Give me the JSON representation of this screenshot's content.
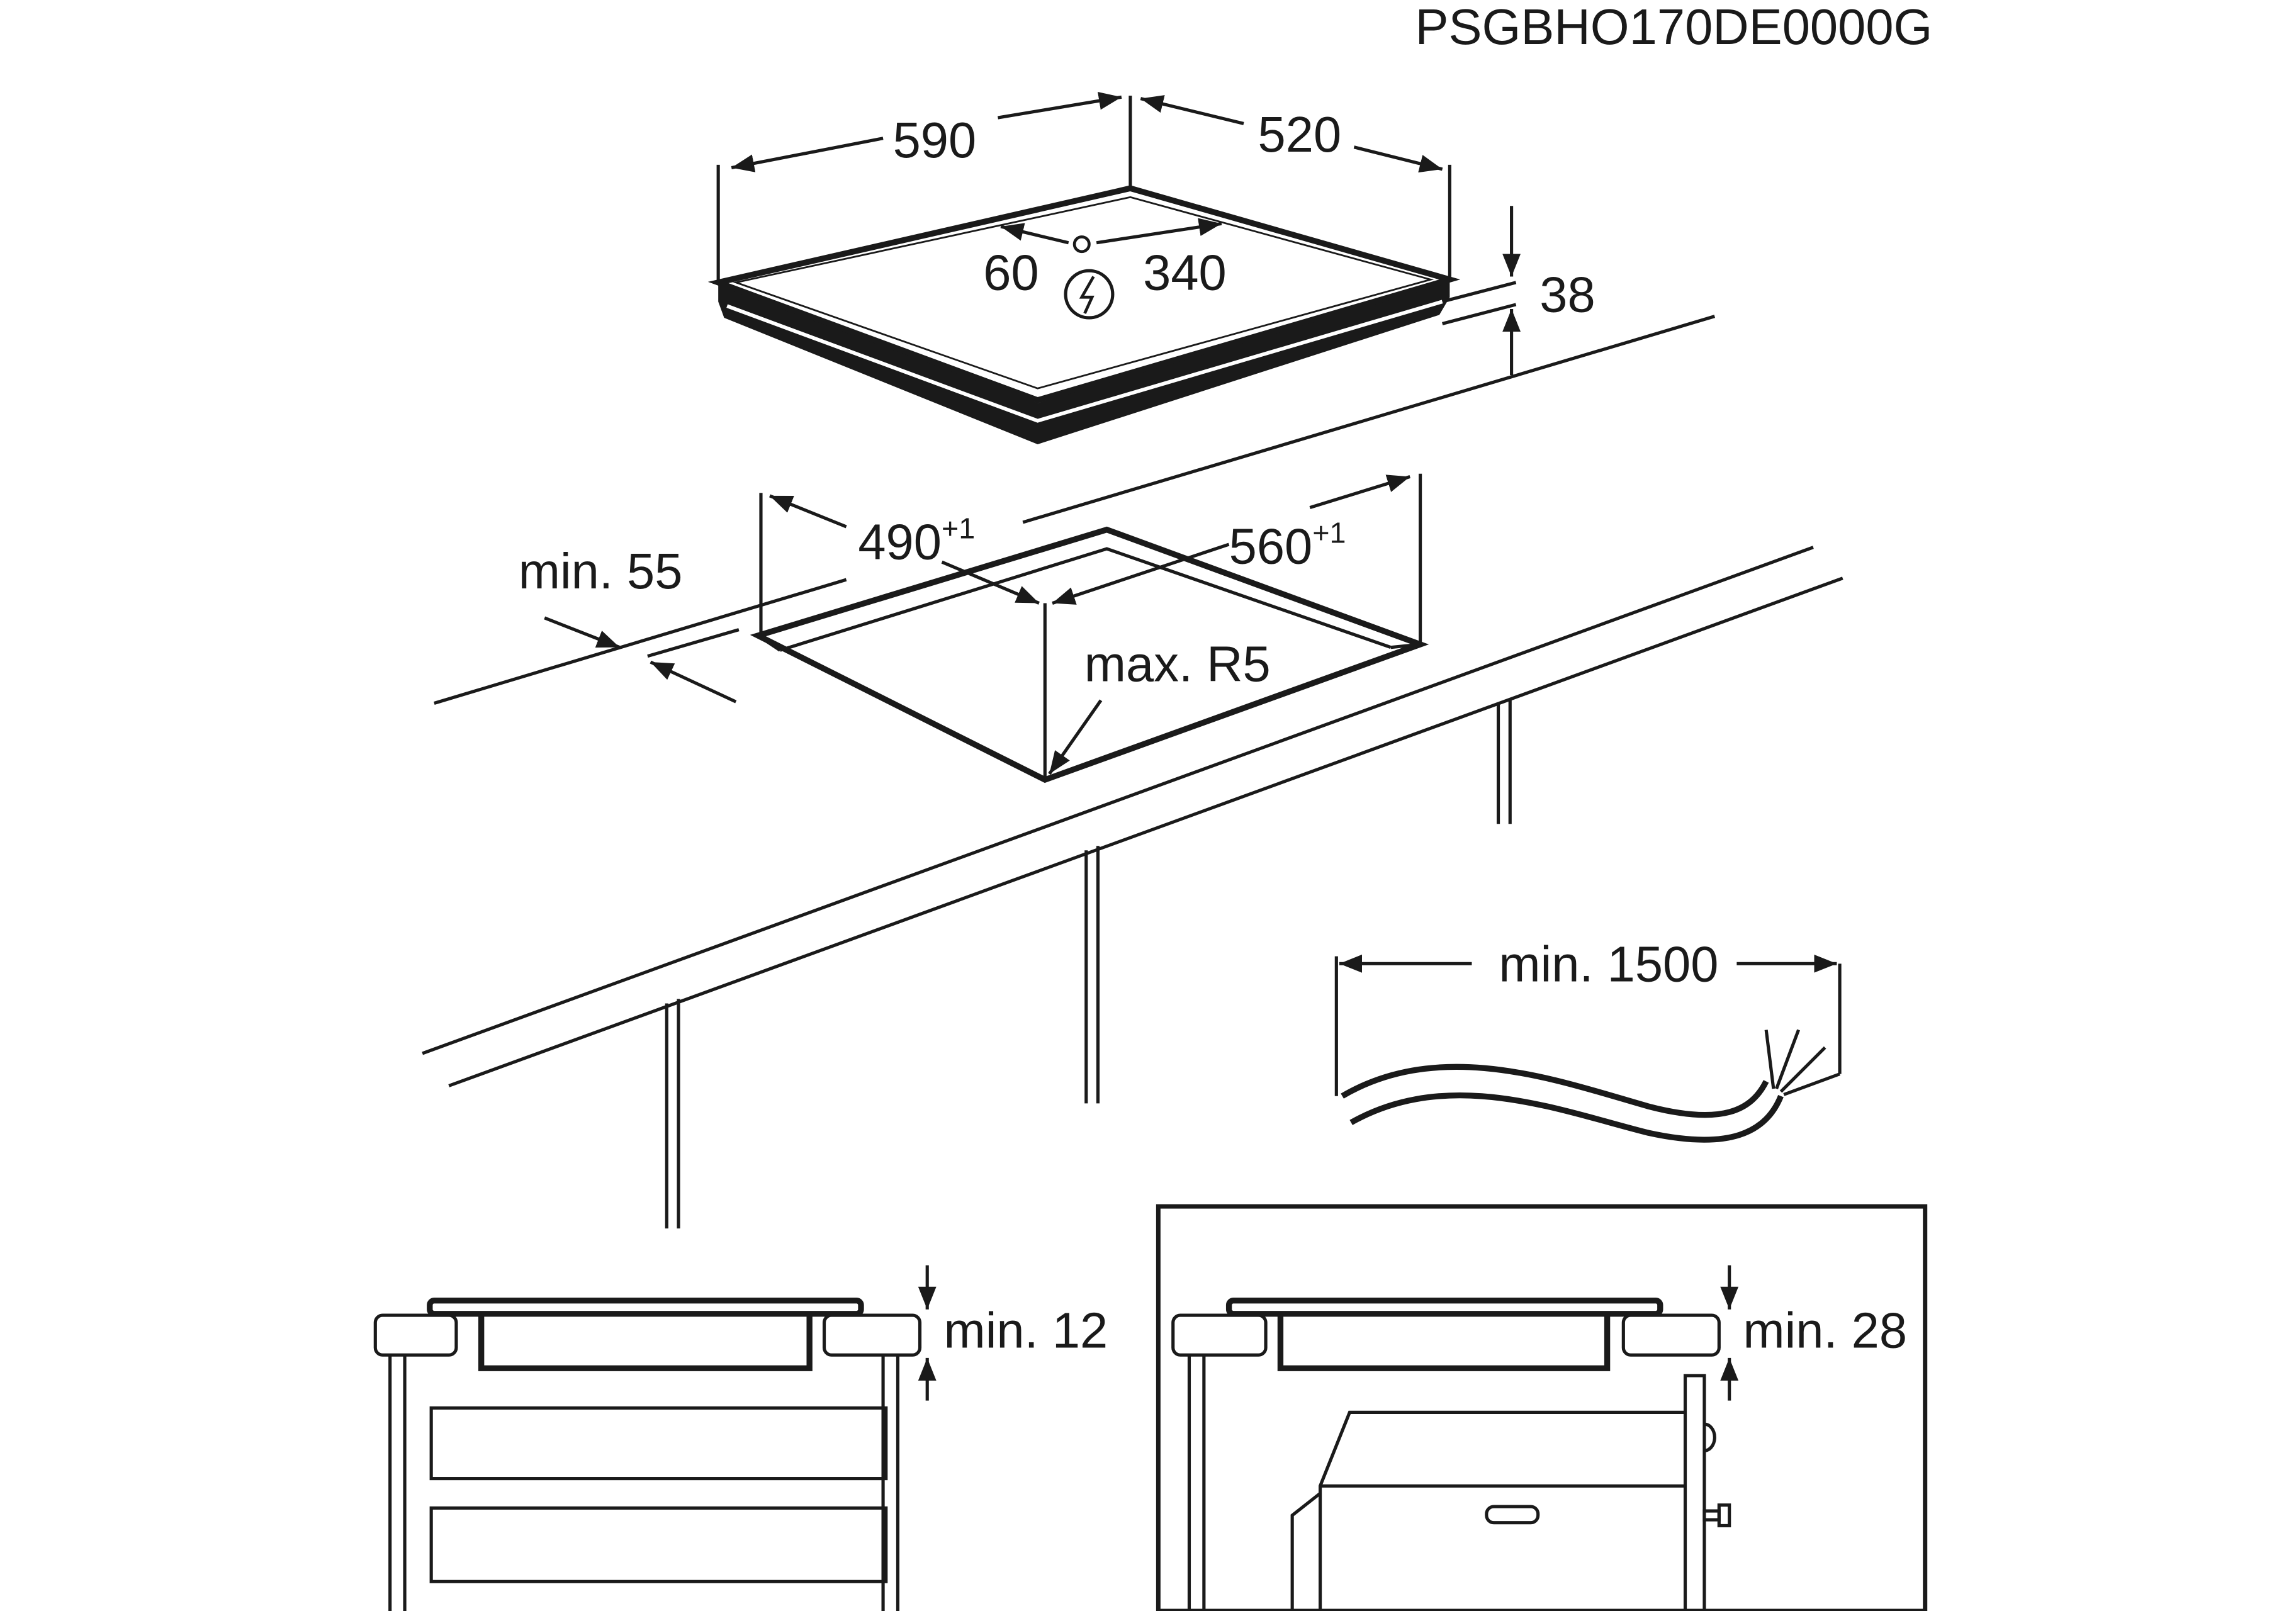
{
  "model_code": "PSGBHO170DE0000G",
  "hob": {
    "width": "590",
    "depth": "520",
    "height": "38",
    "connection_offset": "60",
    "connection_distance": "340",
    "power_icon": "lightning-bolt-in-circle"
  },
  "cutout": {
    "depth": "490",
    "depth_tolerance": "+1",
    "width": "560",
    "width_tolerance": "+1",
    "corner_radius": "max. R5",
    "back_distance": "min. 55"
  },
  "cable": {
    "length": "min. 1500"
  },
  "installation_drawer": {
    "clearance": "min. 12"
  },
  "installation_oven": {
    "clearance": "min. 28"
  }
}
